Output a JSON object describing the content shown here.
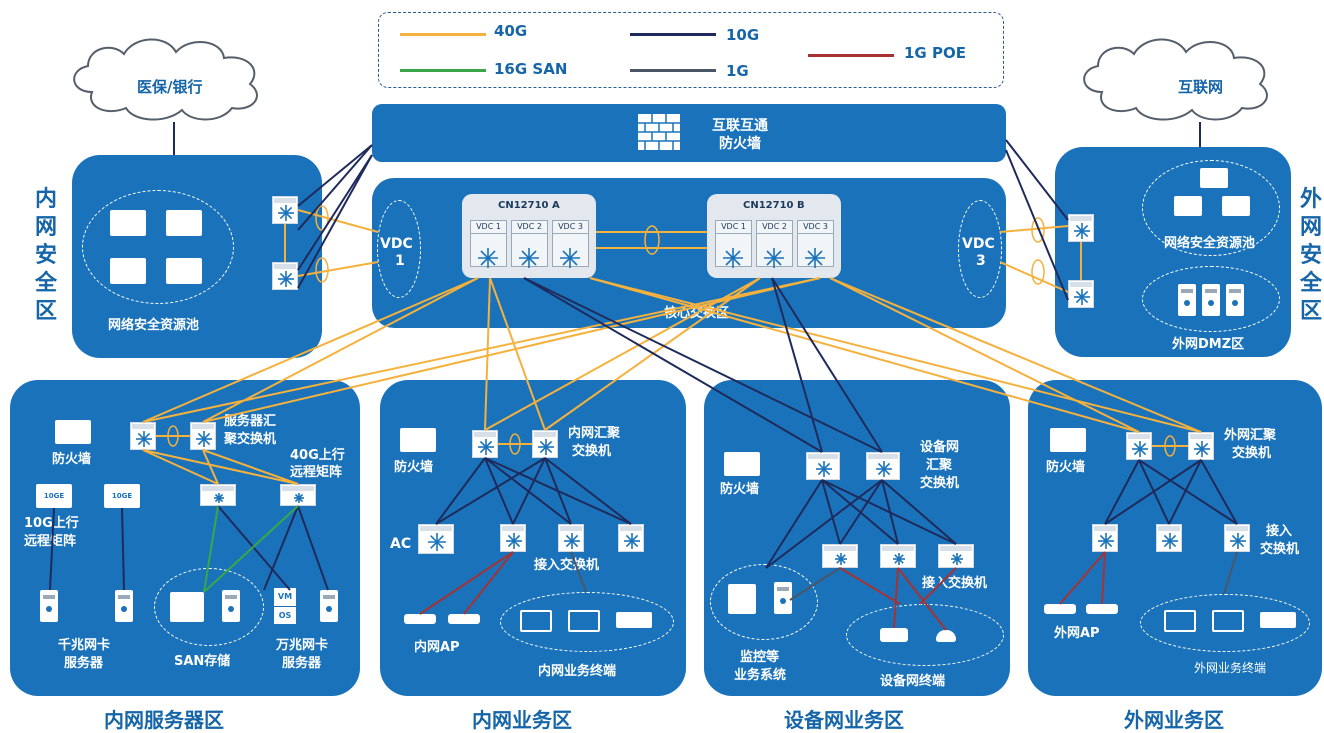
{
  "legend": {
    "items": [
      {
        "label": "40G",
        "color": "#f5b13d"
      },
      {
        "label": "10G",
        "color": "#1f2a5c"
      },
      {
        "label": "1G POE",
        "color": "#a83232"
      },
      {
        "label": "16G SAN",
        "color": "#3aa64a"
      },
      {
        "label": "1G",
        "color": "#4a5568"
      }
    ]
  },
  "clouds": {
    "left": "医保/银行",
    "right": "互联网"
  },
  "firewall_top": {
    "line1": "互联互通",
    "line2": "防火墙"
  },
  "core": {
    "label": "核心交换区",
    "vdc_left": {
      "line1": "VDC",
      "line2": "1"
    },
    "vdc_right": {
      "line1": "VDC",
      "line2": "3"
    },
    "chassis_a": {
      "title": "CN12710 A",
      "slots": [
        "VDC 1",
        "VDC 2",
        "VDC 3"
      ]
    },
    "chassis_b": {
      "title": "CN12710 B",
      "slots": [
        "VDC 1",
        "VDC 2",
        "VDC 3"
      ]
    }
  },
  "intranet_security": {
    "side_label": [
      "内",
      "网",
      "安",
      "全",
      "区"
    ],
    "pool_label": "网络安全资源池"
  },
  "extranet_security": {
    "side_label": [
      "外",
      "网",
      "安",
      "全",
      "区"
    ],
    "pool_label": "网络安全资源池",
    "dmz_label": "外网DMZ区"
  },
  "server_zone": {
    "title": "内网服务器区",
    "firewall": "防火墙",
    "agg_switch": [
      "服务器汇",
      "聚交换机"
    ],
    "uplink_40g": [
      "40G上行",
      "远程矩阵"
    ],
    "uplink_10g": [
      "10G上行",
      "远程矩阵"
    ],
    "nic_label": "10GE",
    "gig_server": [
      "千兆网卡",
      "服务器"
    ],
    "san": "SAN存储",
    "tengig_server": [
      "万兆网卡",
      "服务器"
    ],
    "vm": "VM",
    "os": "OS"
  },
  "intranet_biz": {
    "title": "内网业务区",
    "firewall": "防火墙",
    "agg_switch": [
      "内网汇聚",
      "交换机"
    ],
    "ac": "AC",
    "access_switch": "接入交换机",
    "ap": "内网AP",
    "terminals": "内网业务终端"
  },
  "device_biz": {
    "title": "设备网业务区",
    "firewall": "防火墙",
    "agg_switch": [
      "设备网",
      "汇聚",
      "交换机"
    ],
    "access_switch": "接入交换机",
    "monitor": [
      "监控等",
      "业务系统"
    ],
    "terminals": "设备网终端"
  },
  "extranet_biz": {
    "title": "外网业务区",
    "firewall": "防火墙",
    "agg_switch": [
      "外网汇聚",
      "交换机"
    ],
    "access_switch": [
      "接入",
      "交换机"
    ],
    "ap": "外网AP",
    "terminals": "外网业务终端"
  }
}
